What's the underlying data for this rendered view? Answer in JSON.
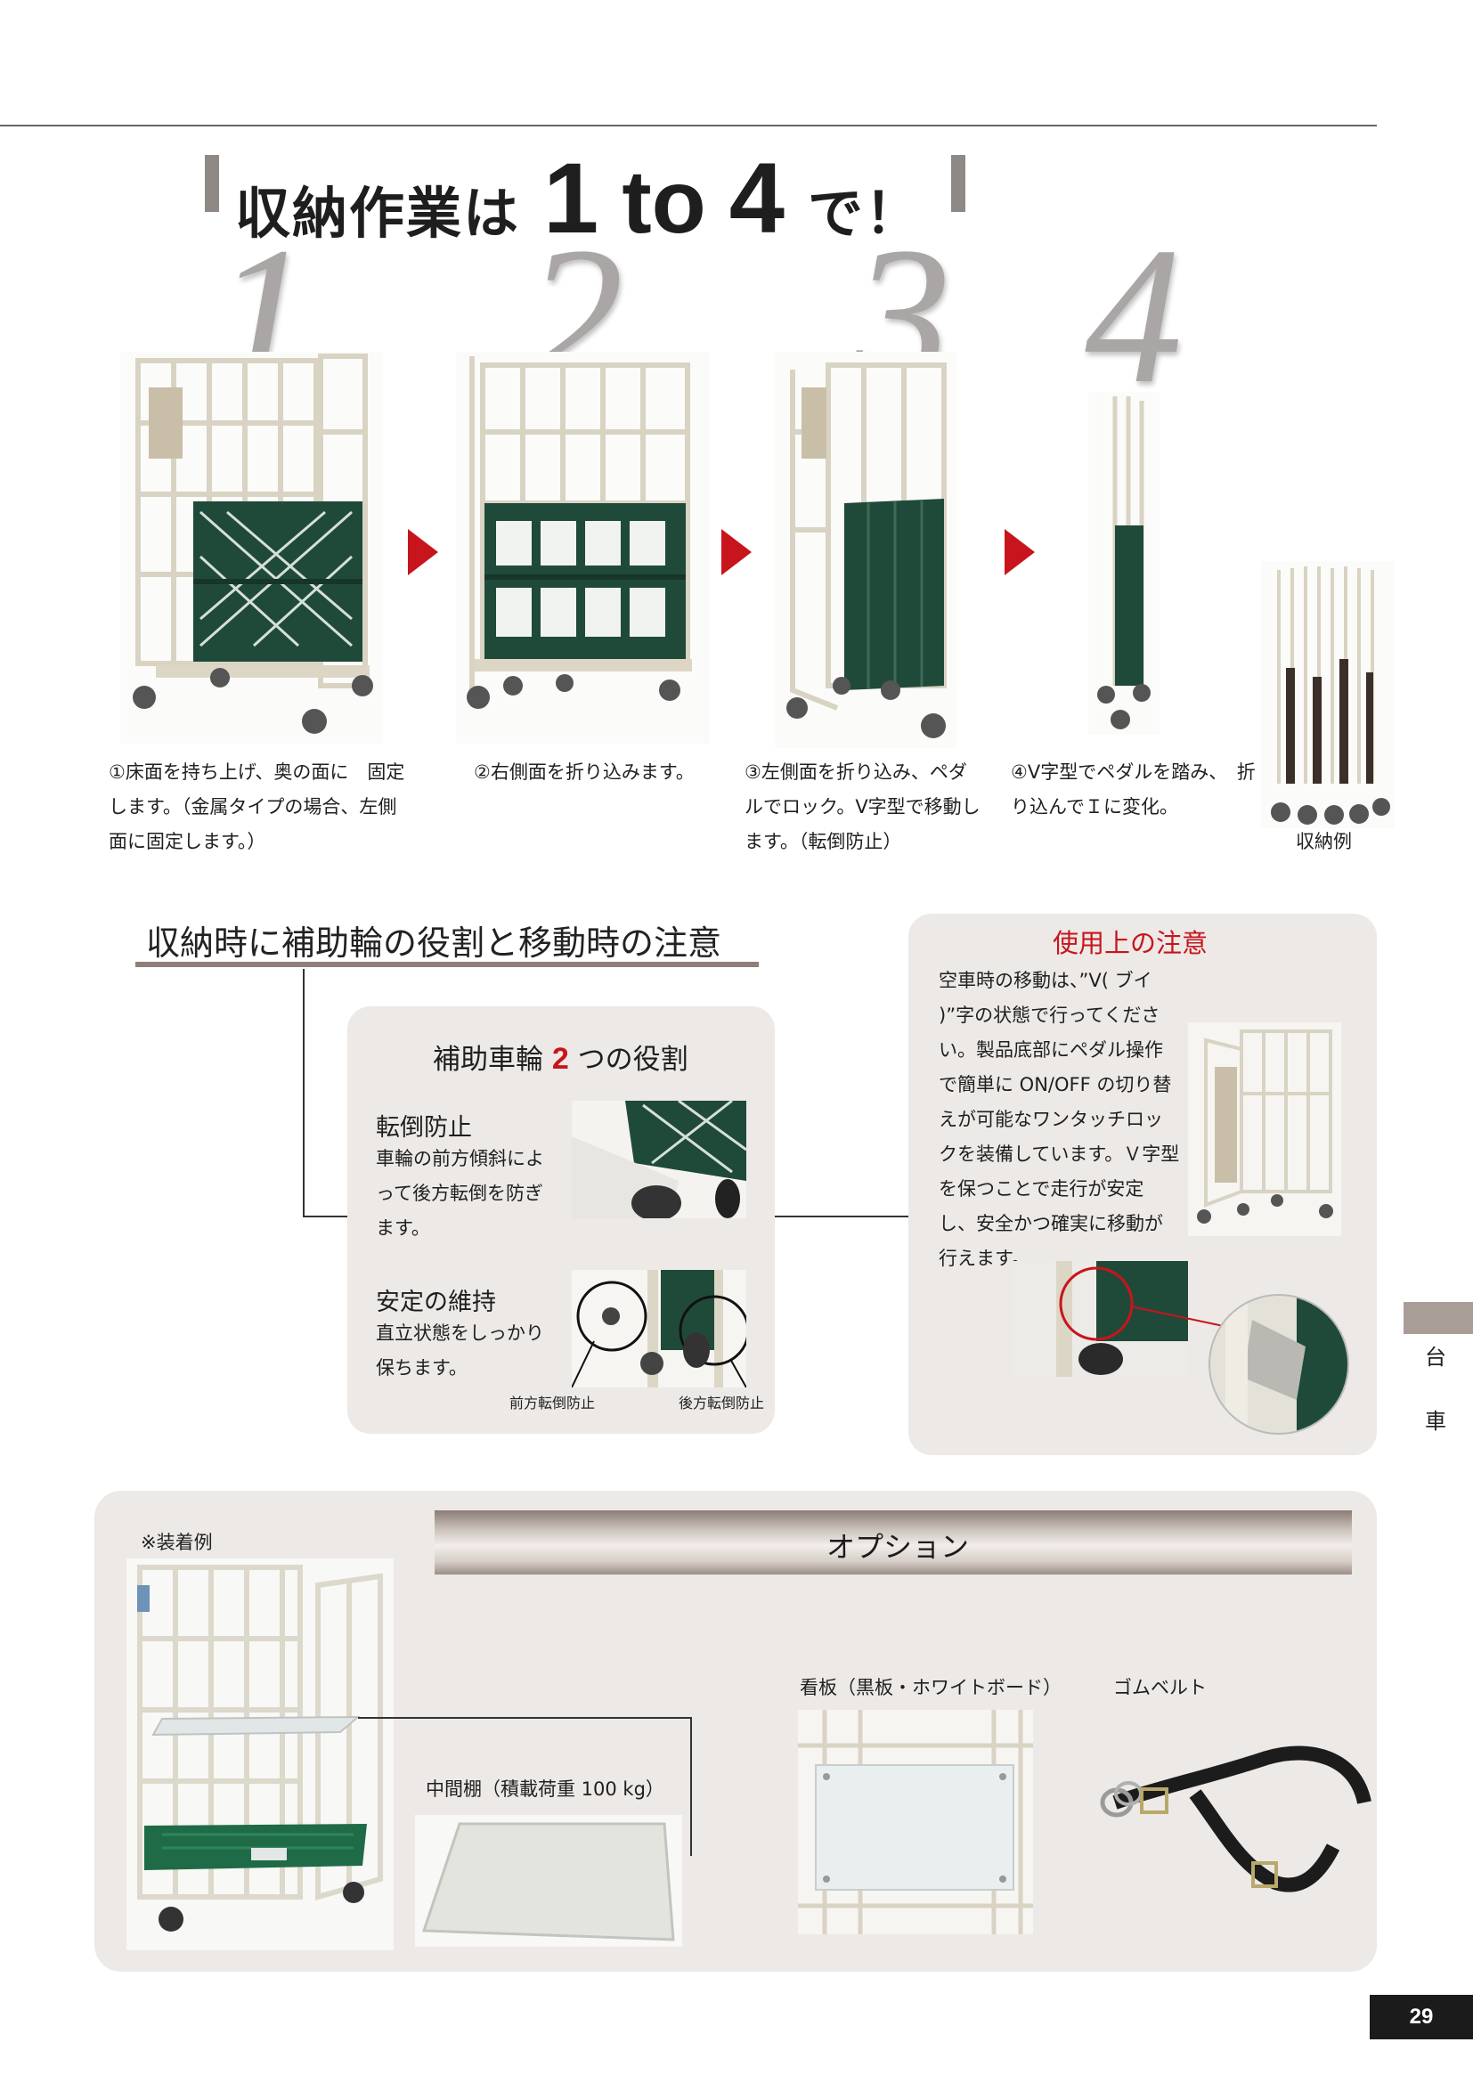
{
  "heading": {
    "part1": "収納作業は",
    "num1": "1",
    "part2": "to",
    "num2": "4",
    "part3": "で！"
  },
  "step_numbers": [
    "1",
    "2",
    "3",
    "4"
  ],
  "steps": [
    {
      "caption": "①床面を持ち上げ、奥の面に　固定します。（金属タイプの場合、左側面に固定します。）"
    },
    {
      "caption": "②右側面を折り込みます。"
    },
    {
      "caption": "③左側面を折り込み、ペダルでロック。V字型で移動します。（転倒防止）"
    },
    {
      "caption": "④V字型でペダルを踏み、　折り込んでＩに変化。"
    }
  ],
  "storage_example_label": "収納例",
  "section2": {
    "title": "収納時に補助輪の役割と移動時の注意",
    "card": {
      "title_before": "補助車輪",
      "title_num": "2",
      "title_after": "つの役割",
      "item1_title": "転倒防止",
      "item1_text": "車輪の前方傾斜によって後方転倒を防ぎます。",
      "item2_title": "安定の維持",
      "item2_text": "直立状態をしっかり保ちます。",
      "label_front": "前方転倒防止",
      "label_rear": "後方転倒防止"
    },
    "notice": {
      "title": "使用上の注意",
      "text": "空車時の移動は、”V( ブイ )”字の状態で行ってください。製品底部にペダル操作で簡単に ON/OFF の切り替えが可能なワンタッチロックを装備しています。Ｖ字型を保つことで走行が安定し、安全かつ確実に移動が行えます。"
    }
  },
  "side_tab": {
    "char1": "台",
    "char2": "車"
  },
  "options": {
    "example_label": "※装着例",
    "title": "オプション",
    "shelf_label": "中間棚（積載荷重 100 kg）",
    "board_label": "看板（黒板・ホワイトボード）",
    "belt_label": "ゴムベルト"
  },
  "page_number": "29",
  "colors": {
    "accent_red": "#c8141c",
    "crate_green": "#1f4a3a",
    "frame_ivory": "#e9e4d6",
    "card_bg": "#ece9e6"
  }
}
